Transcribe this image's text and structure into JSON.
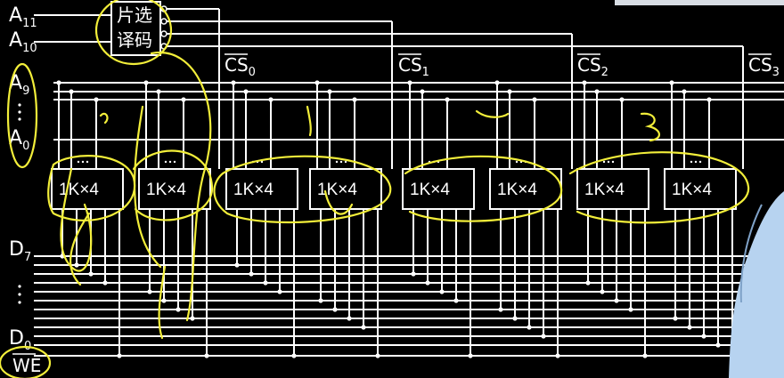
{
  "decoder": {
    "line1": "片选",
    "line2": "译码"
  },
  "address_labels": {
    "a11": {
      "base": "A",
      "sub": "11"
    },
    "a10": {
      "base": "A",
      "sub": "10"
    },
    "a9": {
      "base": "A",
      "sub": "9"
    },
    "a0": {
      "base": "A",
      "sub": "0"
    }
  },
  "data_labels": {
    "d7": {
      "base": "D",
      "sub": "7"
    },
    "d0": {
      "base": "D",
      "sub": "0"
    }
  },
  "we_label": "WE",
  "chip_selects": [
    {
      "base": "CS",
      "sub": "0"
    },
    {
      "base": "CS",
      "sub": "1"
    },
    {
      "base": "CS",
      "sub": "2"
    },
    {
      "base": "CS",
      "sub": "3"
    }
  ],
  "chip_label": "1K×4",
  "chip_count": 8,
  "annotation_colors": {
    "highlighter": "#f2ee3a",
    "wire": "#ffffff",
    "background": "#000000",
    "presenter_shirt": "#b7d3f0"
  }
}
